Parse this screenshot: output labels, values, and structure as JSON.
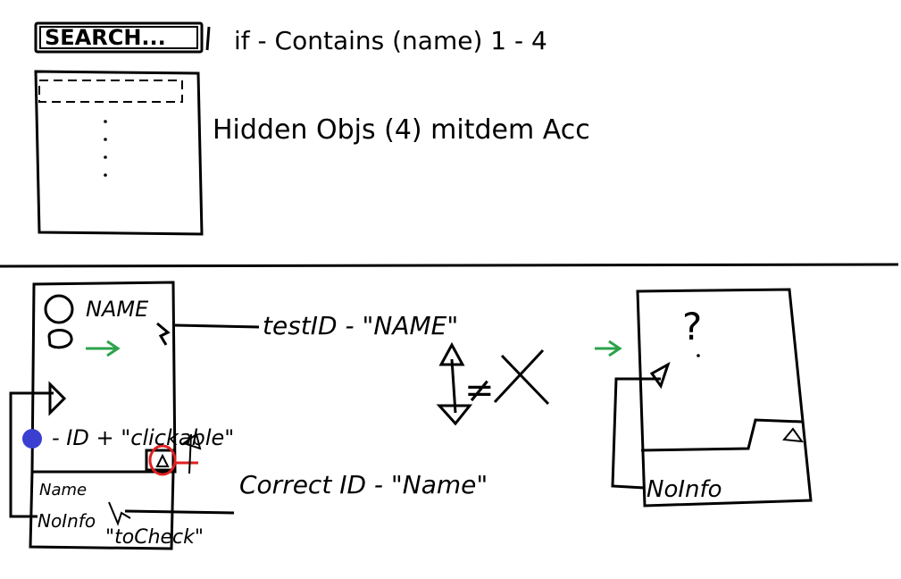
{
  "top": {
    "search_label": "SEARCH...",
    "condition": "if - Contains (name) 1 - 4",
    "hidden_note": "Hidden Objs (4) mitdem Acc"
  },
  "bottom": {
    "left_card": {
      "name_label": "NAME",
      "sub_name": "Name",
      "no_info": "NoInfo",
      "to_check": "\"toCheck\""
    },
    "test_id": "testID - \"NAME\"",
    "id_clickable": "- ID + \"clickable\"",
    "correct_id": "Correct ID - \"Name\"",
    "not_equal": "≠",
    "question_mark": "?",
    "right_no_info": "NoInfo"
  },
  "colors": {
    "ink": "#000000",
    "green_arrow": "#2aa34a",
    "blue_dot": "#3a3fd0",
    "red_circle": "#e02020"
  }
}
